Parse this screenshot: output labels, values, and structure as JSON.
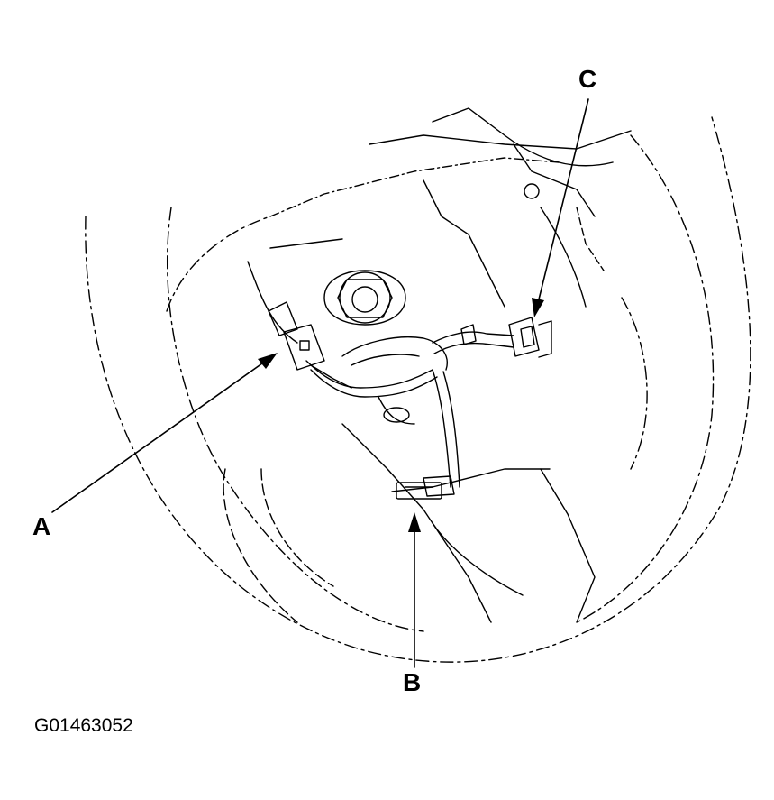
{
  "callouts": {
    "a": "A",
    "b": "B",
    "c": "C"
  },
  "figure_id": "G01463052",
  "colors": {
    "ink": "#000000",
    "background": "#ffffff"
  }
}
